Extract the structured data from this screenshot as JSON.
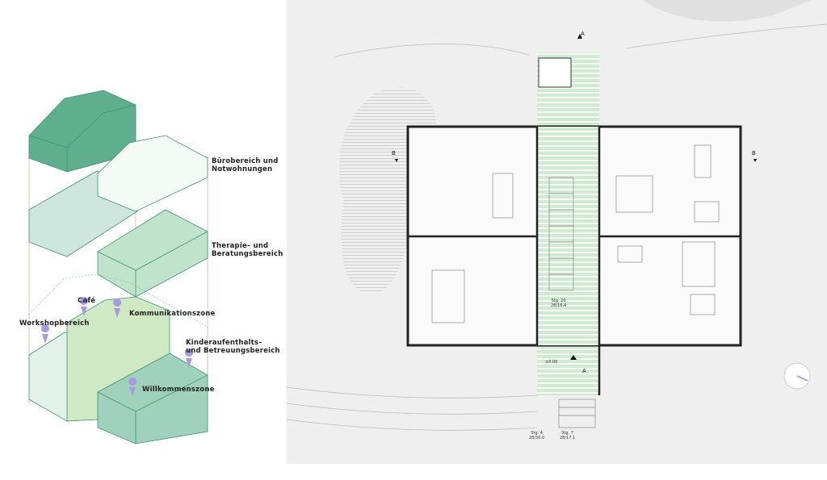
{
  "axonometry": {
    "labels": {
      "buero": [
        "Bürobereich und",
        "Notwohnungen"
      ],
      "therapie": [
        "Therapie– und",
        "Beratungsbereich"
      ],
      "cafe": "Café",
      "kommunikation": "Kommunikationszone",
      "workshop": "Workshopbereich",
      "kinder": [
        "Kinderaufenthalts–",
        "und Betreuungsbereich"
      ],
      "willkommen": "Willkommenszone"
    },
    "colors": {
      "dark_green": "#5fae8e",
      "mid_green": "#bfe3cb",
      "pale_green": "#e3f2e8",
      "marker": "#a99ae0",
      "guide": "#f0b48a"
    }
  },
  "floor_plan": {
    "section_marks": {
      "a_top": "A",
      "a_bottom": "A",
      "b_left": "B",
      "b_right": "B"
    },
    "stair_main": [
      "Stg. 20",
      "28/16.4"
    ],
    "level": "±0.00",
    "stair_left": [
      "Stg. 4",
      "28/30.0"
    ],
    "stair_right": [
      "Stg. 7",
      "28/17.1"
    ],
    "colors": {
      "background": "#efefef",
      "corridor": "#cfe8cf",
      "wall": "#222222"
    }
  }
}
